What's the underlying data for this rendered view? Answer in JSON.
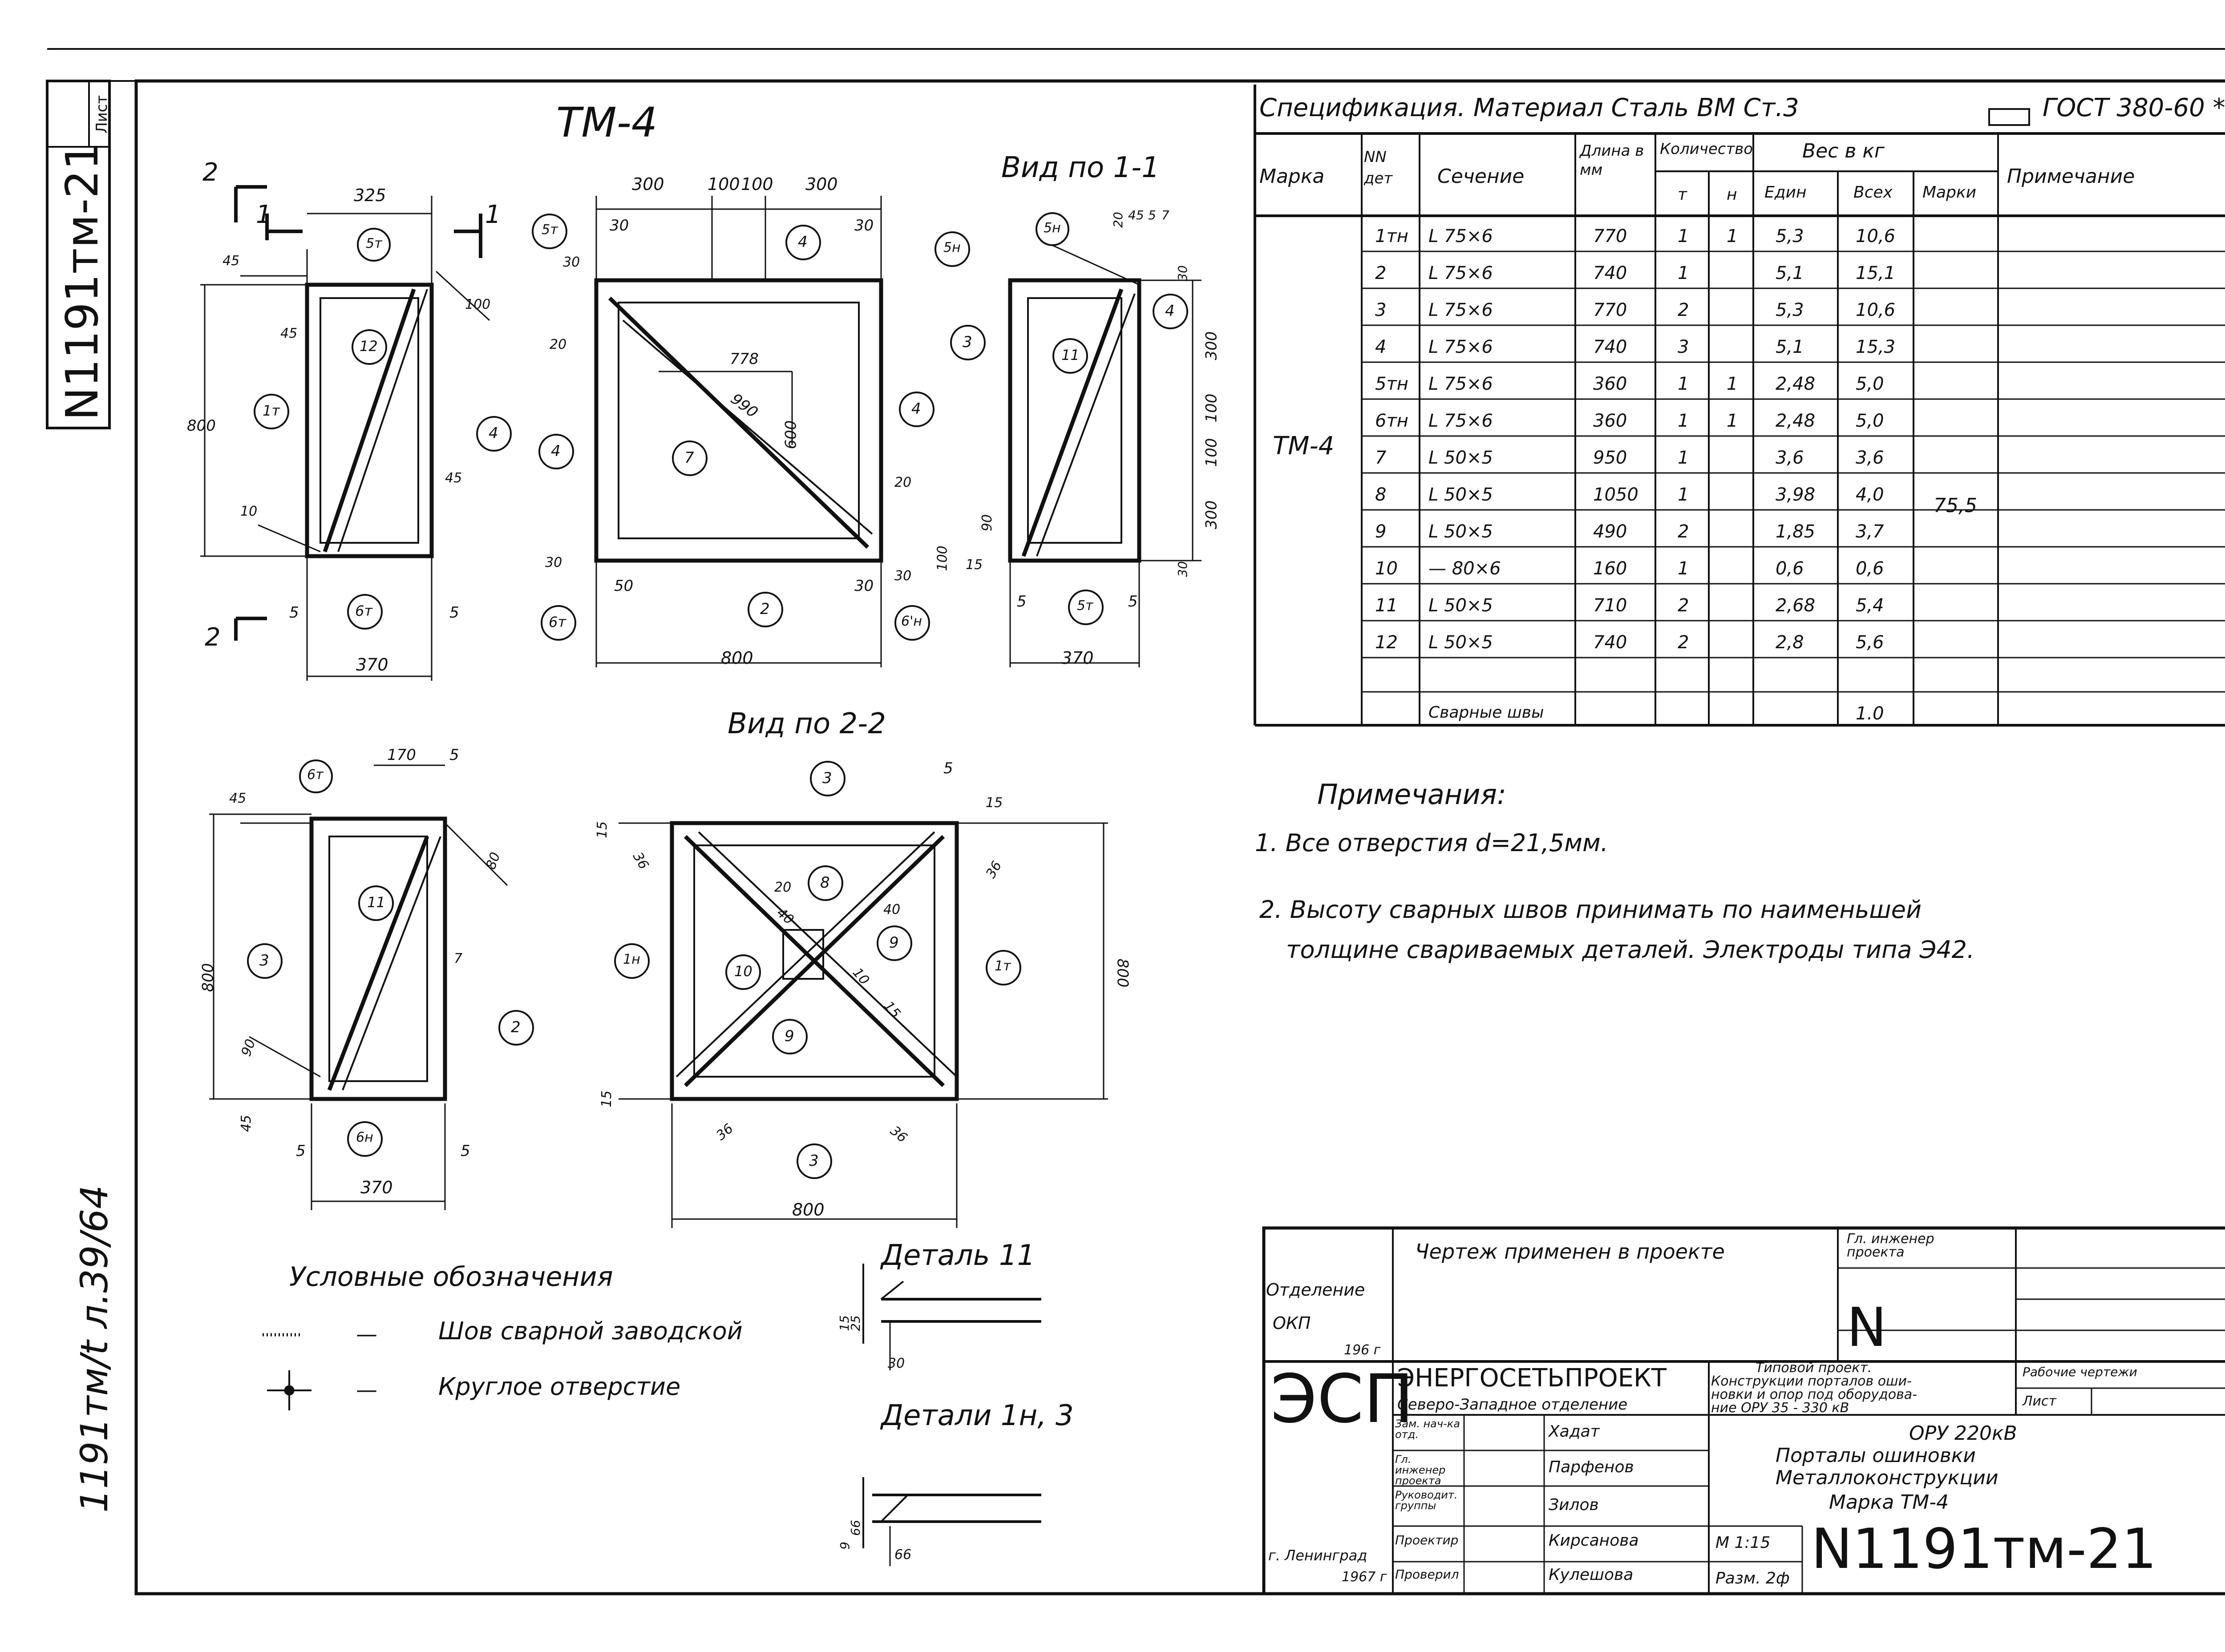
{
  "sheet": {
    "stamp_list_label": "Лист",
    "stamp_code": "N1191тм-21",
    "side_archive": "1191тм/t л.39/64"
  },
  "drawing": {
    "main_title": "ТМ-4",
    "view_1_1": "Вид по 1-1",
    "view_2_2": "Вид по 2-2",
    "detail_11": "Деталь 11",
    "detail_1h_3": "Детали 1н, 3",
    "section_marks": [
      "1",
      "1",
      "2",
      "2"
    ]
  },
  "dims": {
    "v_325": "325",
    "v_45a": "45",
    "v_45b": "45",
    "v_45c": "45",
    "v_800a": "800",
    "v_100a": "100",
    "v_10": "10",
    "v_5a": "5",
    "v_5b": "5",
    "v_370a": "370",
    "f_300a": "300",
    "f_100a": "100",
    "f_100b": "100",
    "f_300b": "300",
    "f_30a": "30",
    "f_30b": "30",
    "f_30c": "30",
    "f_20a": "20",
    "f_20b": "20",
    "f_778": "778",
    "f_990": "990",
    "f_600": "600",
    "f_30d": "30",
    "f_50": "50",
    "f_100c": "100",
    "f_30e": "30",
    "f_30f": "30",
    "f_800": "800",
    "r_20": "20",
    "r_45": "45",
    "r_5": "5",
    "r_7": "7",
    "r_30a": "30",
    "r_300a": "300",
    "r_100a": "100",
    "r_100b": "100",
    "r_300b": "300",
    "r_30b": "30",
    "r_90": "90",
    "r_15": "15",
    "r_5b": "5",
    "r_5c": "5",
    "r_370": "370",
    "b_45": "45",
    "b_170": "170",
    "b_5": "5",
    "b_80": "80",
    "b_800": "800",
    "b_7": "7",
    "b_90": "90",
    "b_45b": "45",
    "b_5b": "5",
    "b_5c": "5",
    "b_370": "370",
    "c_15a": "15",
    "c_5": "5",
    "c_15b": "15",
    "c_36a": "36",
    "c_36b": "36",
    "c_20": "20",
    "c_40a": "40",
    "c_40b": "40",
    "c_10": "10",
    "c_15c": "15",
    "c_15d": "15",
    "c_800v": "800",
    "c_36c": "36",
    "c_36d": "36",
    "c_800": "800",
    "d_15": "15",
    "d_25": "25",
    "d_30": "30",
    "d_9": "9",
    "d_66a": "66",
    "d_66b": "66"
  },
  "callouts": [
    "5т",
    "12",
    "1т",
    "4",
    "6т",
    "5т",
    "5н",
    "4",
    "3",
    "4",
    "7",
    "4",
    "6т",
    "2",
    "6'н",
    "5н",
    "4",
    "3",
    "11",
    "5т",
    "6т",
    "11",
    "3",
    "2",
    "6н",
    "3",
    "8",
    "1н",
    "10",
    "9",
    "1т",
    "9",
    "3"
  ],
  "spec": {
    "title": "Спецификация. Материал Сталь ВМ Ст.3",
    "gost": "ГОСТ 380-60 *",
    "headers": {
      "marka": "Марка",
      "nn": "NN дет",
      "section": "Сечение",
      "length": "Длина в мм",
      "qty": "Количество",
      "qty_t": "т",
      "qty_n": "н",
      "weight": "Вес в кг",
      "w_unit": "Един",
      "w_all": "Всех",
      "w_mark": "Марки",
      "note": "Примечание"
    },
    "mark": "ТМ-4",
    "mark_weight": "75,5",
    "rows": [
      {
        "nn": "1тн",
        "section": "L 75×6",
        "length": "770",
        "t": "1",
        "n": "1",
        "unit": "5,3",
        "all": "10,6"
      },
      {
        "nn": "2",
        "section": "L 75×6",
        "length": "740",
        "t": "1",
        "n": "",
        "unit": "5,1",
        "all": "15,1"
      },
      {
        "nn": "3",
        "section": "L 75×6",
        "length": "770",
        "t": "2",
        "n": "",
        "unit": "5,3",
        "all": "10,6"
      },
      {
        "nn": "4",
        "section": "L 75×6",
        "length": "740",
        "t": "3",
        "n": "",
        "unit": "5,1",
        "all": "15,3"
      },
      {
        "nn": "5тн",
        "section": "L 75×6",
        "length": "360",
        "t": "1",
        "n": "1",
        "unit": "2,48",
        "all": "5,0"
      },
      {
        "nn": "6тн",
        "section": "L 75×6",
        "length": "360",
        "t": "1",
        "n": "1",
        "unit": "2,48",
        "all": "5,0"
      },
      {
        "nn": "7",
        "section": "L 50×5",
        "length": "950",
        "t": "1",
        "n": "",
        "unit": "3,6",
        "all": "3,6"
      },
      {
        "nn": "8",
        "section": "L 50×5",
        "length": "1050",
        "t": "1",
        "n": "",
        "unit": "3,98",
        "all": "4,0"
      },
      {
        "nn": "9",
        "section": "L 50×5",
        "length": "490",
        "t": "2",
        "n": "",
        "unit": "1,85",
        "all": "3,7"
      },
      {
        "nn": "10",
        "section": "— 80×6",
        "length": "160",
        "t": "1",
        "n": "",
        "unit": "0,6",
        "all": "0,6"
      },
      {
        "nn": "11",
        "section": "L 50×5",
        "length": "710",
        "t": "2",
        "n": "",
        "unit": "2,68",
        "all": "5,4"
      },
      {
        "nn": "12",
        "section": "L 50×5",
        "length": "740",
        "t": "2",
        "n": "",
        "unit": "2,8",
        "all": "5,6"
      },
      {
        "nn": "",
        "section": "",
        "length": "",
        "t": "",
        "n": "",
        "unit": "",
        "all": ""
      },
      {
        "nn": "",
        "section": "Сварные швы",
        "length": "",
        "t": "",
        "n": "",
        "unit": "",
        "all": "1.0"
      }
    ]
  },
  "notes": {
    "title": "Примечания:",
    "n1": "1. Все отверстия d=21,5мм.",
    "n2a": "2. Высоту сварных швов принимать по наименьшей",
    "n2b": "толщине свариваемых деталей. Электроды типа Э42."
  },
  "legend": {
    "title": "Условные обозначения",
    "dash1": "—",
    "dash2": "—",
    "weld": "Шов сварной заводской",
    "hole": "Круглое отверстие"
  },
  "titleblock": {
    "applied": "Чертеж применен в проекте",
    "chief_engineer": "Гл. инженер проекта",
    "big_n": "N",
    "dept": "Отделение",
    "okp": "ОКП",
    "year_blank": "196 г",
    "logo": "ЭСП",
    "org": "ЭНЕРГОСЕТЬПРОЕКТ",
    "branch": "Северо-Западное отделение",
    "typical_1": "Типовой проект.",
    "typical_2": "Конструкции порталов оши-",
    "typical_3": "новки и опор под оборудова-",
    "typical_4": "ние ОРУ 35 - 330 кВ",
    "working": "Рабочие чертежи",
    "sheet_lbl": "Лист",
    "roles": [
      "Зам. нач-ка отд.",
      "Гл. инженер проекта",
      "Руководит. группы",
      "Проектир",
      "Проверил"
    ],
    "names": [
      "Хадат",
      "Парфенов",
      "Зилов",
      "Кирсанова",
      "Кулешова"
    ],
    "subj_1": "ОРУ 220кВ",
    "subj_2": "Порталы ошиновки",
    "subj_3": "Металлоконструкции",
    "subj_4": "Марка ТМ-4",
    "scale": "М 1:15",
    "size": "Разм. 2ф",
    "city": "г. Ленинград",
    "year": "1967 г",
    "code": "N1191тм-21"
  }
}
